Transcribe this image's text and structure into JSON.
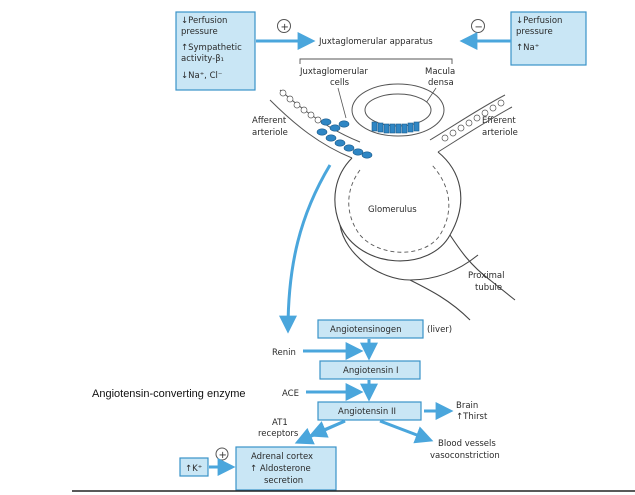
{
  "top_left_box": {
    "lines": [
      "↓Perfusion",
      "pressure",
      "↑Sympathetic",
      "activity-β₁",
      "↓Na⁺, Cl⁻"
    ]
  },
  "top_right_box": {
    "lines": [
      "↓Perfusion",
      "pressure",
      "↑Na⁺"
    ]
  },
  "signs": {
    "plus_top": "+",
    "minus_top": "−",
    "plus_bottom": "+"
  },
  "anatomy": {
    "jga": "Juxtaglomerular apparatus",
    "jg_cells": [
      "Juxtaglomerular",
      "cells"
    ],
    "macula_densa": [
      "Macula",
      "densa"
    ],
    "afferent": [
      "Afferent",
      "arteriole"
    ],
    "efferent": [
      "Efferent",
      "arteriole"
    ],
    "glomerulus": "Glomerulus",
    "proximal_tubule": [
      "Proximal",
      "tubule"
    ]
  },
  "cascade": {
    "angiotensinogen": "Angiotensinogen",
    "liver": "(liver)",
    "renin": "Renin",
    "angiotensin1": "Angiotensin I",
    "ace": "ACE",
    "ace_annotation": "Angiotensin-converting enzyme",
    "angiotensin2": "Angiotensin II",
    "brain": [
      "Brain",
      "↑Thirst"
    ],
    "at1": [
      "AT1",
      "receptors"
    ],
    "vessels": [
      "Blood vessels",
      "vasoconstriction"
    ],
    "k_box": "↑K⁺",
    "adrenal": [
      "Adrenal cortex",
      "↑ Aldosterone",
      "secretion"
    ]
  },
  "colors": {
    "box_fill": "#c9e6f5",
    "box_stroke": "#3a93c8",
    "arrow": "#4aa6dc",
    "cell_fill": "#2f86c4",
    "outline": "#555555"
  }
}
